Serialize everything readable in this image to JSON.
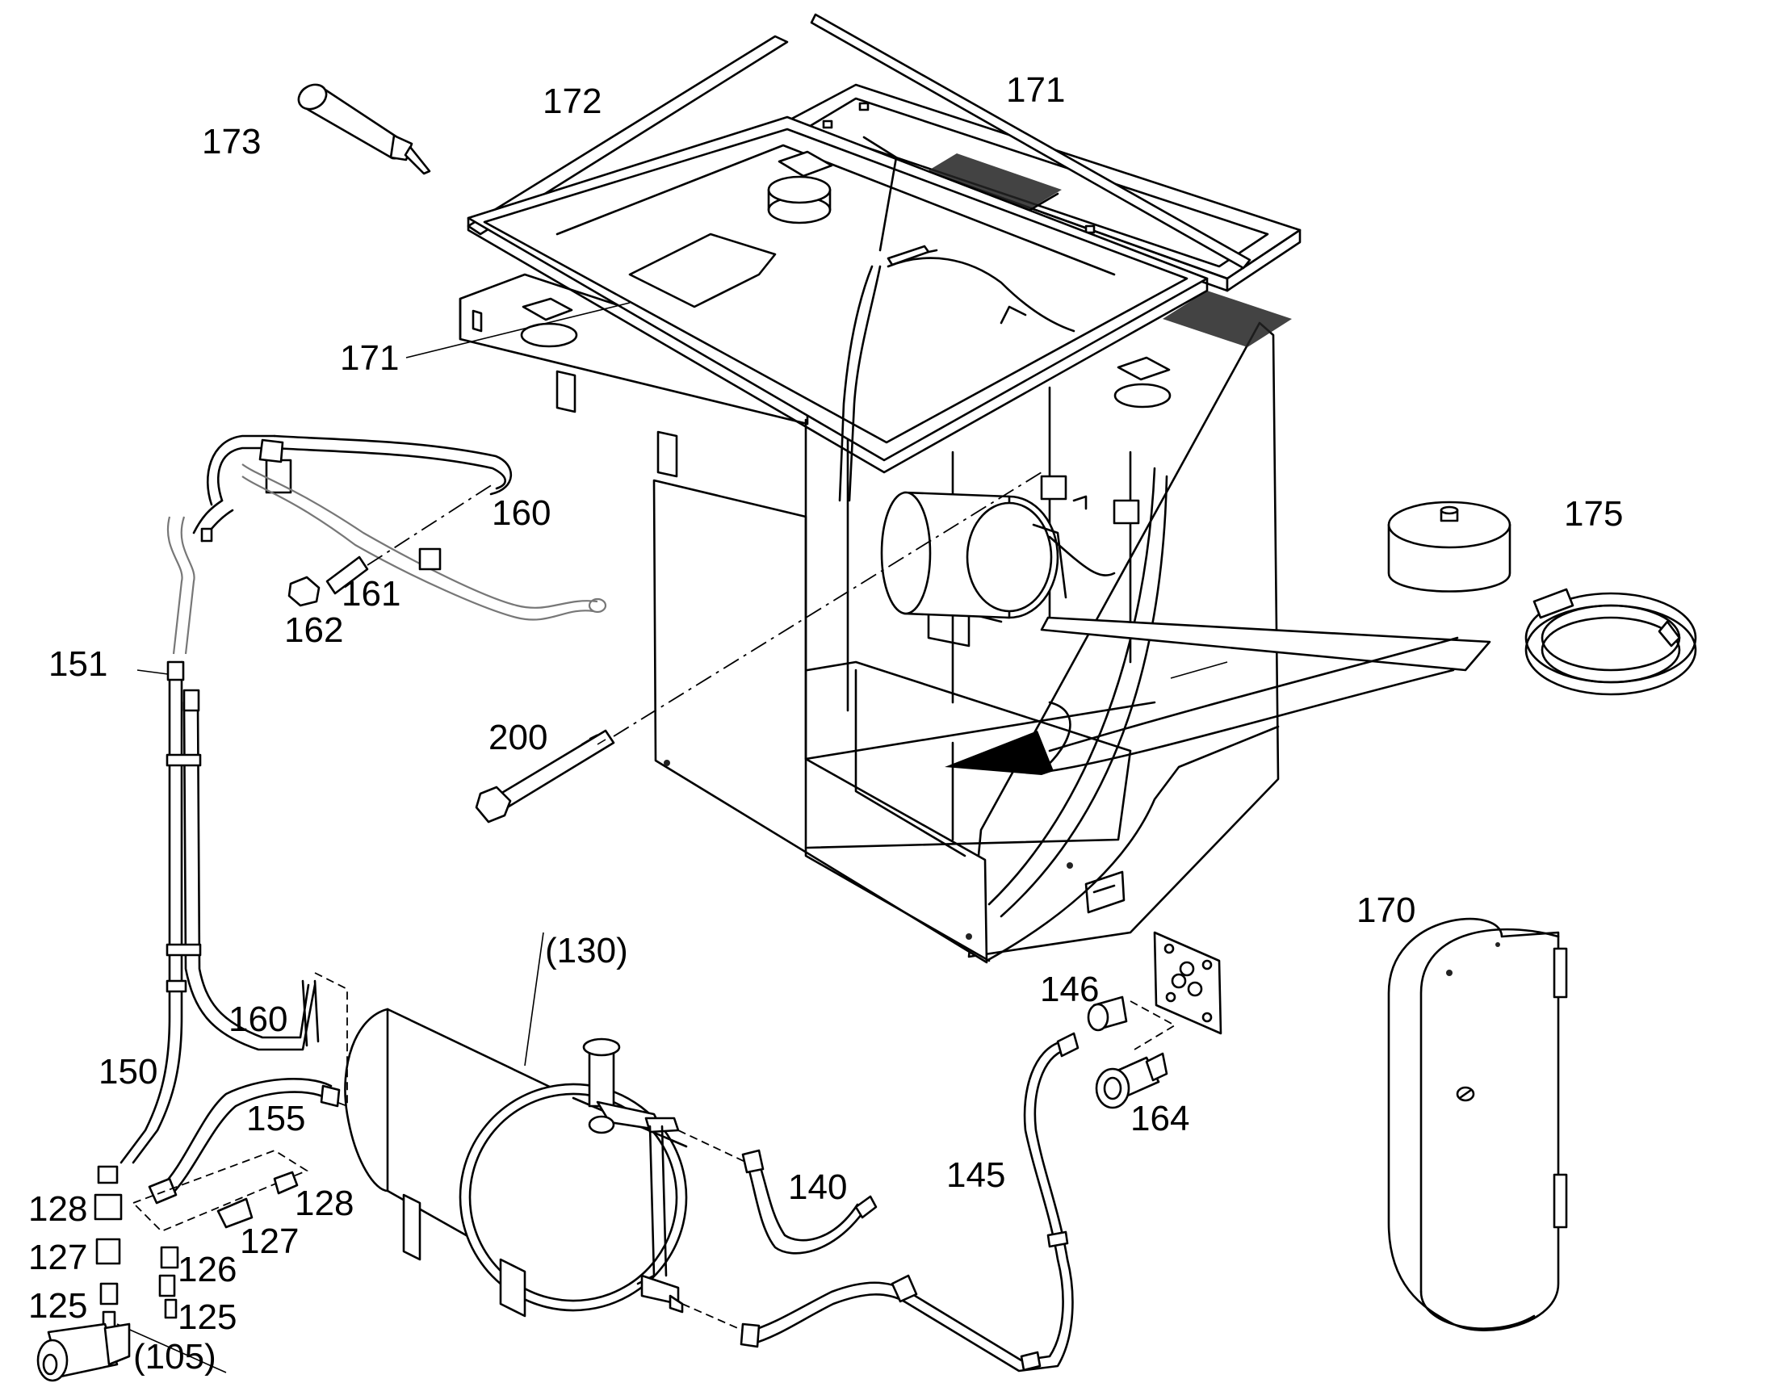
{
  "callouts": {
    "c173": "173",
    "c172": "172",
    "c171_top": "171",
    "c171_left": "171",
    "c160_top": "160",
    "c161": "161",
    "c162": "162",
    "c151": "151",
    "c200": "200",
    "c175": "175",
    "c170": "170",
    "c130": "(130)",
    "c146": "146",
    "c164": "164",
    "c160_bottom": "160",
    "c150": "150",
    "c155": "155",
    "c140": "140",
    "c145": "145",
    "c128_left": "128",
    "c128_right": "128",
    "c127_left": "127",
    "c127_right": "127",
    "c126": "126",
    "c125_left": "125",
    "c125_right": "125",
    "c105": "(105)"
  }
}
